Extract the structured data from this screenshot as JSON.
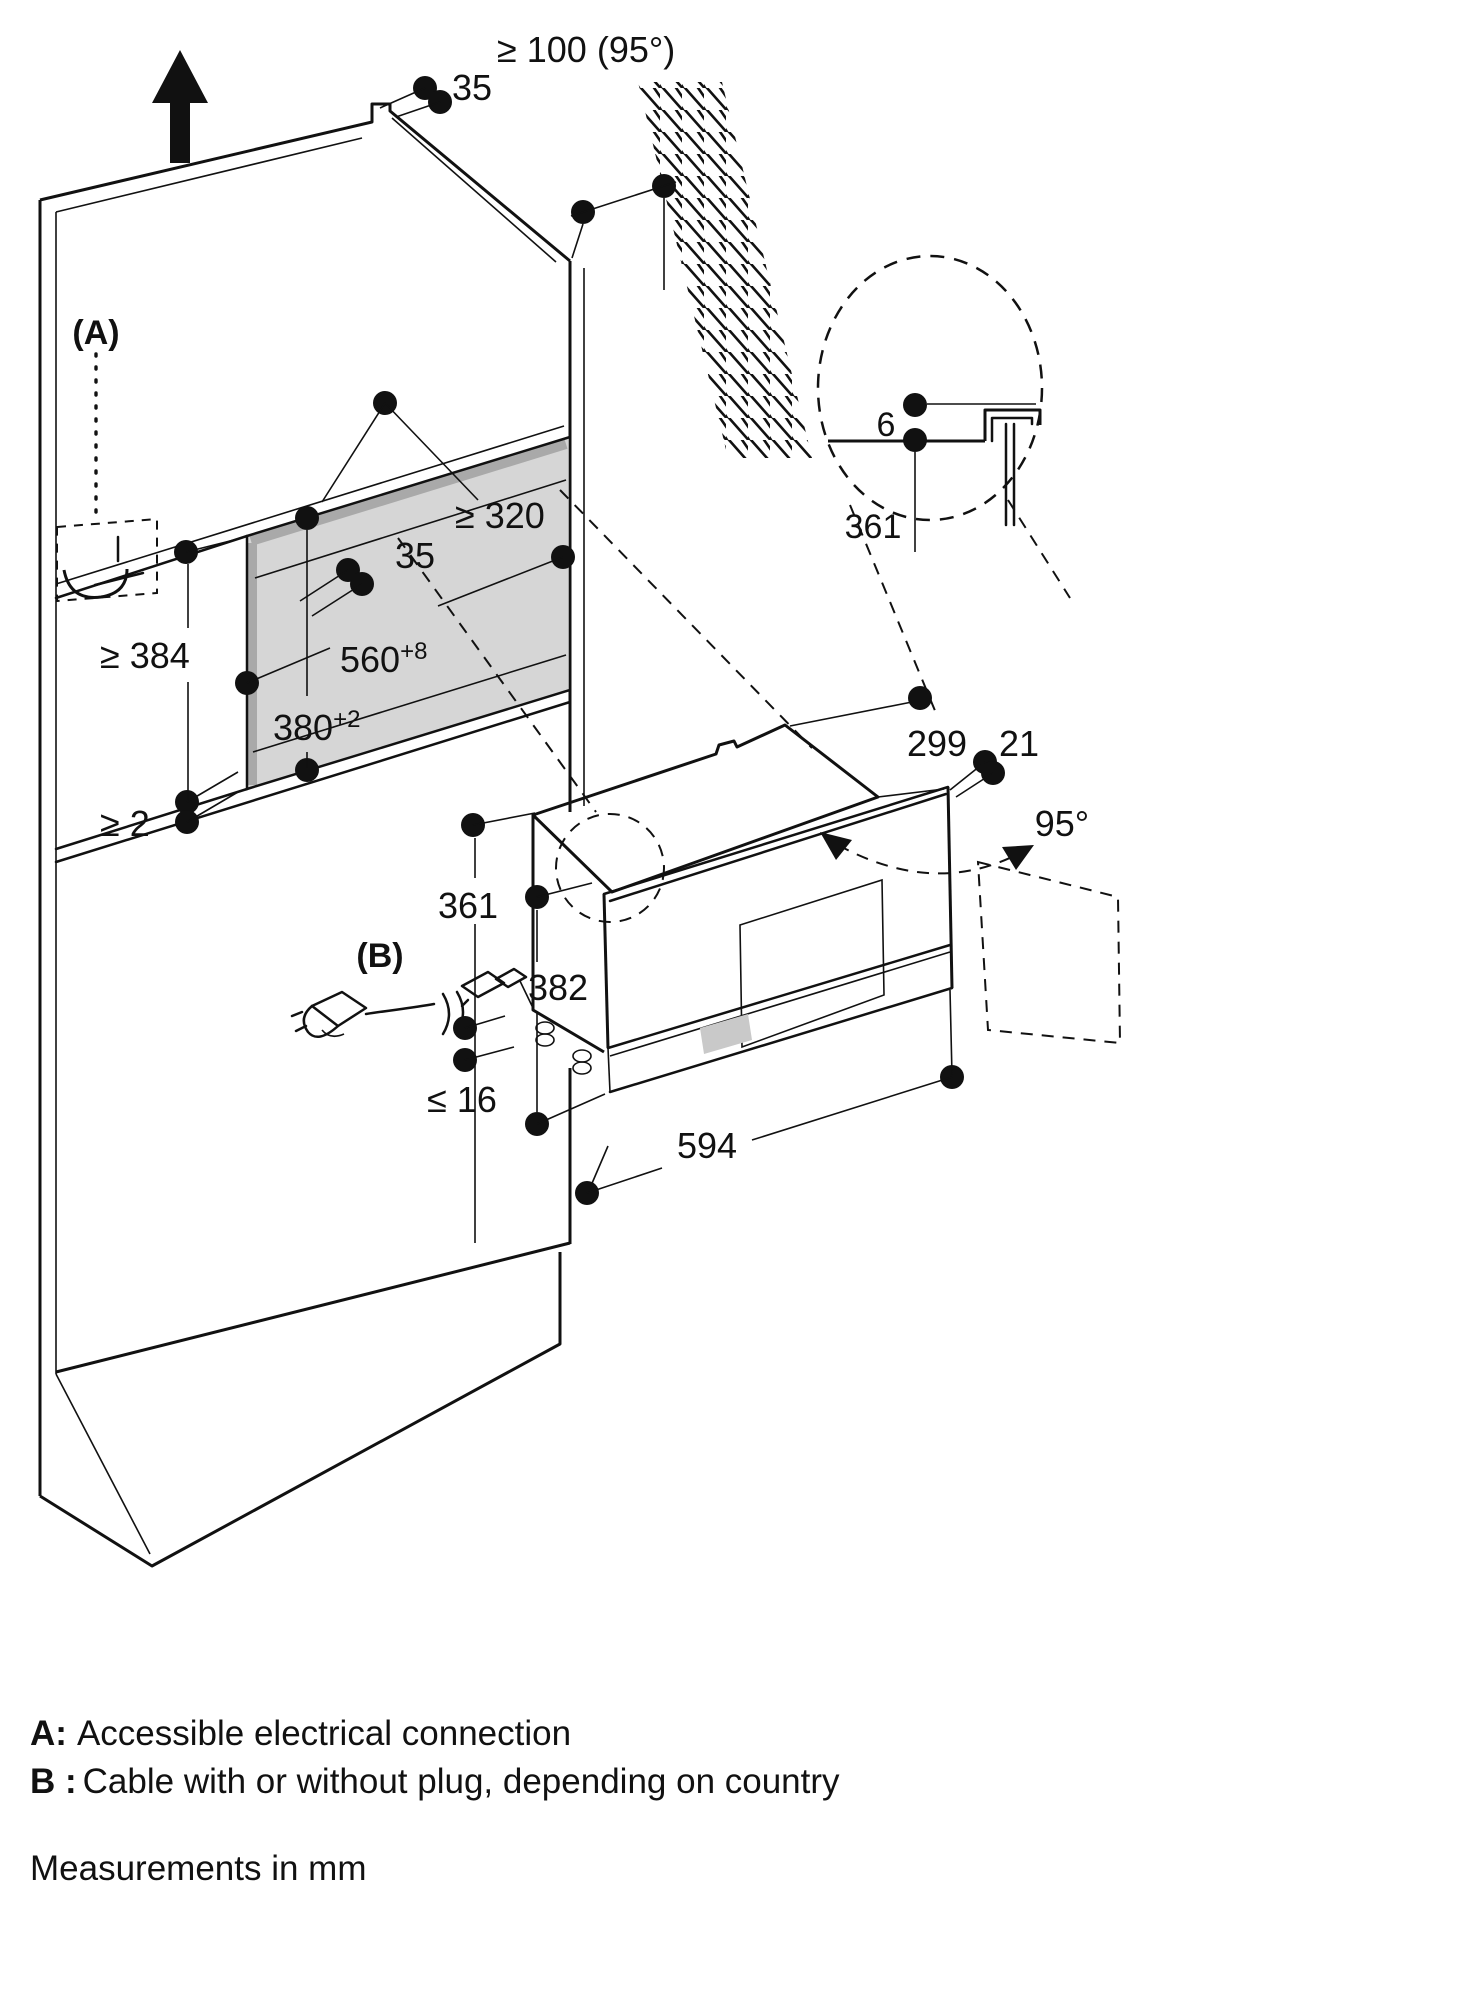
{
  "dimensions": {
    "top_rebate": "35",
    "wall_clearance": "≥ 100 (95°)",
    "niche_depth": "≥ 320",
    "niche_setback": "35",
    "niche_width": "560",
    "niche_width_tol": "+8",
    "niche_height": "380",
    "niche_height_tol": "+2",
    "min_height_below": "≥ 384",
    "bottom_clearance": "≥ 2",
    "bracket_gap": "6",
    "bracket_height": "361",
    "top_depth": "299",
    "frame_gap": "21",
    "door_angle": "95°",
    "appliance_height": "361",
    "front_height": "382",
    "plinth_recess": "≤ 16",
    "appliance_width": "594"
  },
  "labels": {
    "a": "(A)",
    "b": "(B)"
  },
  "legend": {
    "a_key": "A:",
    "a_text": "Accessible electrical connection",
    "b_key": "B :",
    "b_text": "Cable with or without plug, depending on country",
    "units": "Measurements in mm"
  },
  "colors": {
    "line": "#111111",
    "niche_fill": "#d6d6d6",
    "niche_edge": "#a9a9a9",
    "badge": "#c9c9c9",
    "background": "#ffffff"
  }
}
